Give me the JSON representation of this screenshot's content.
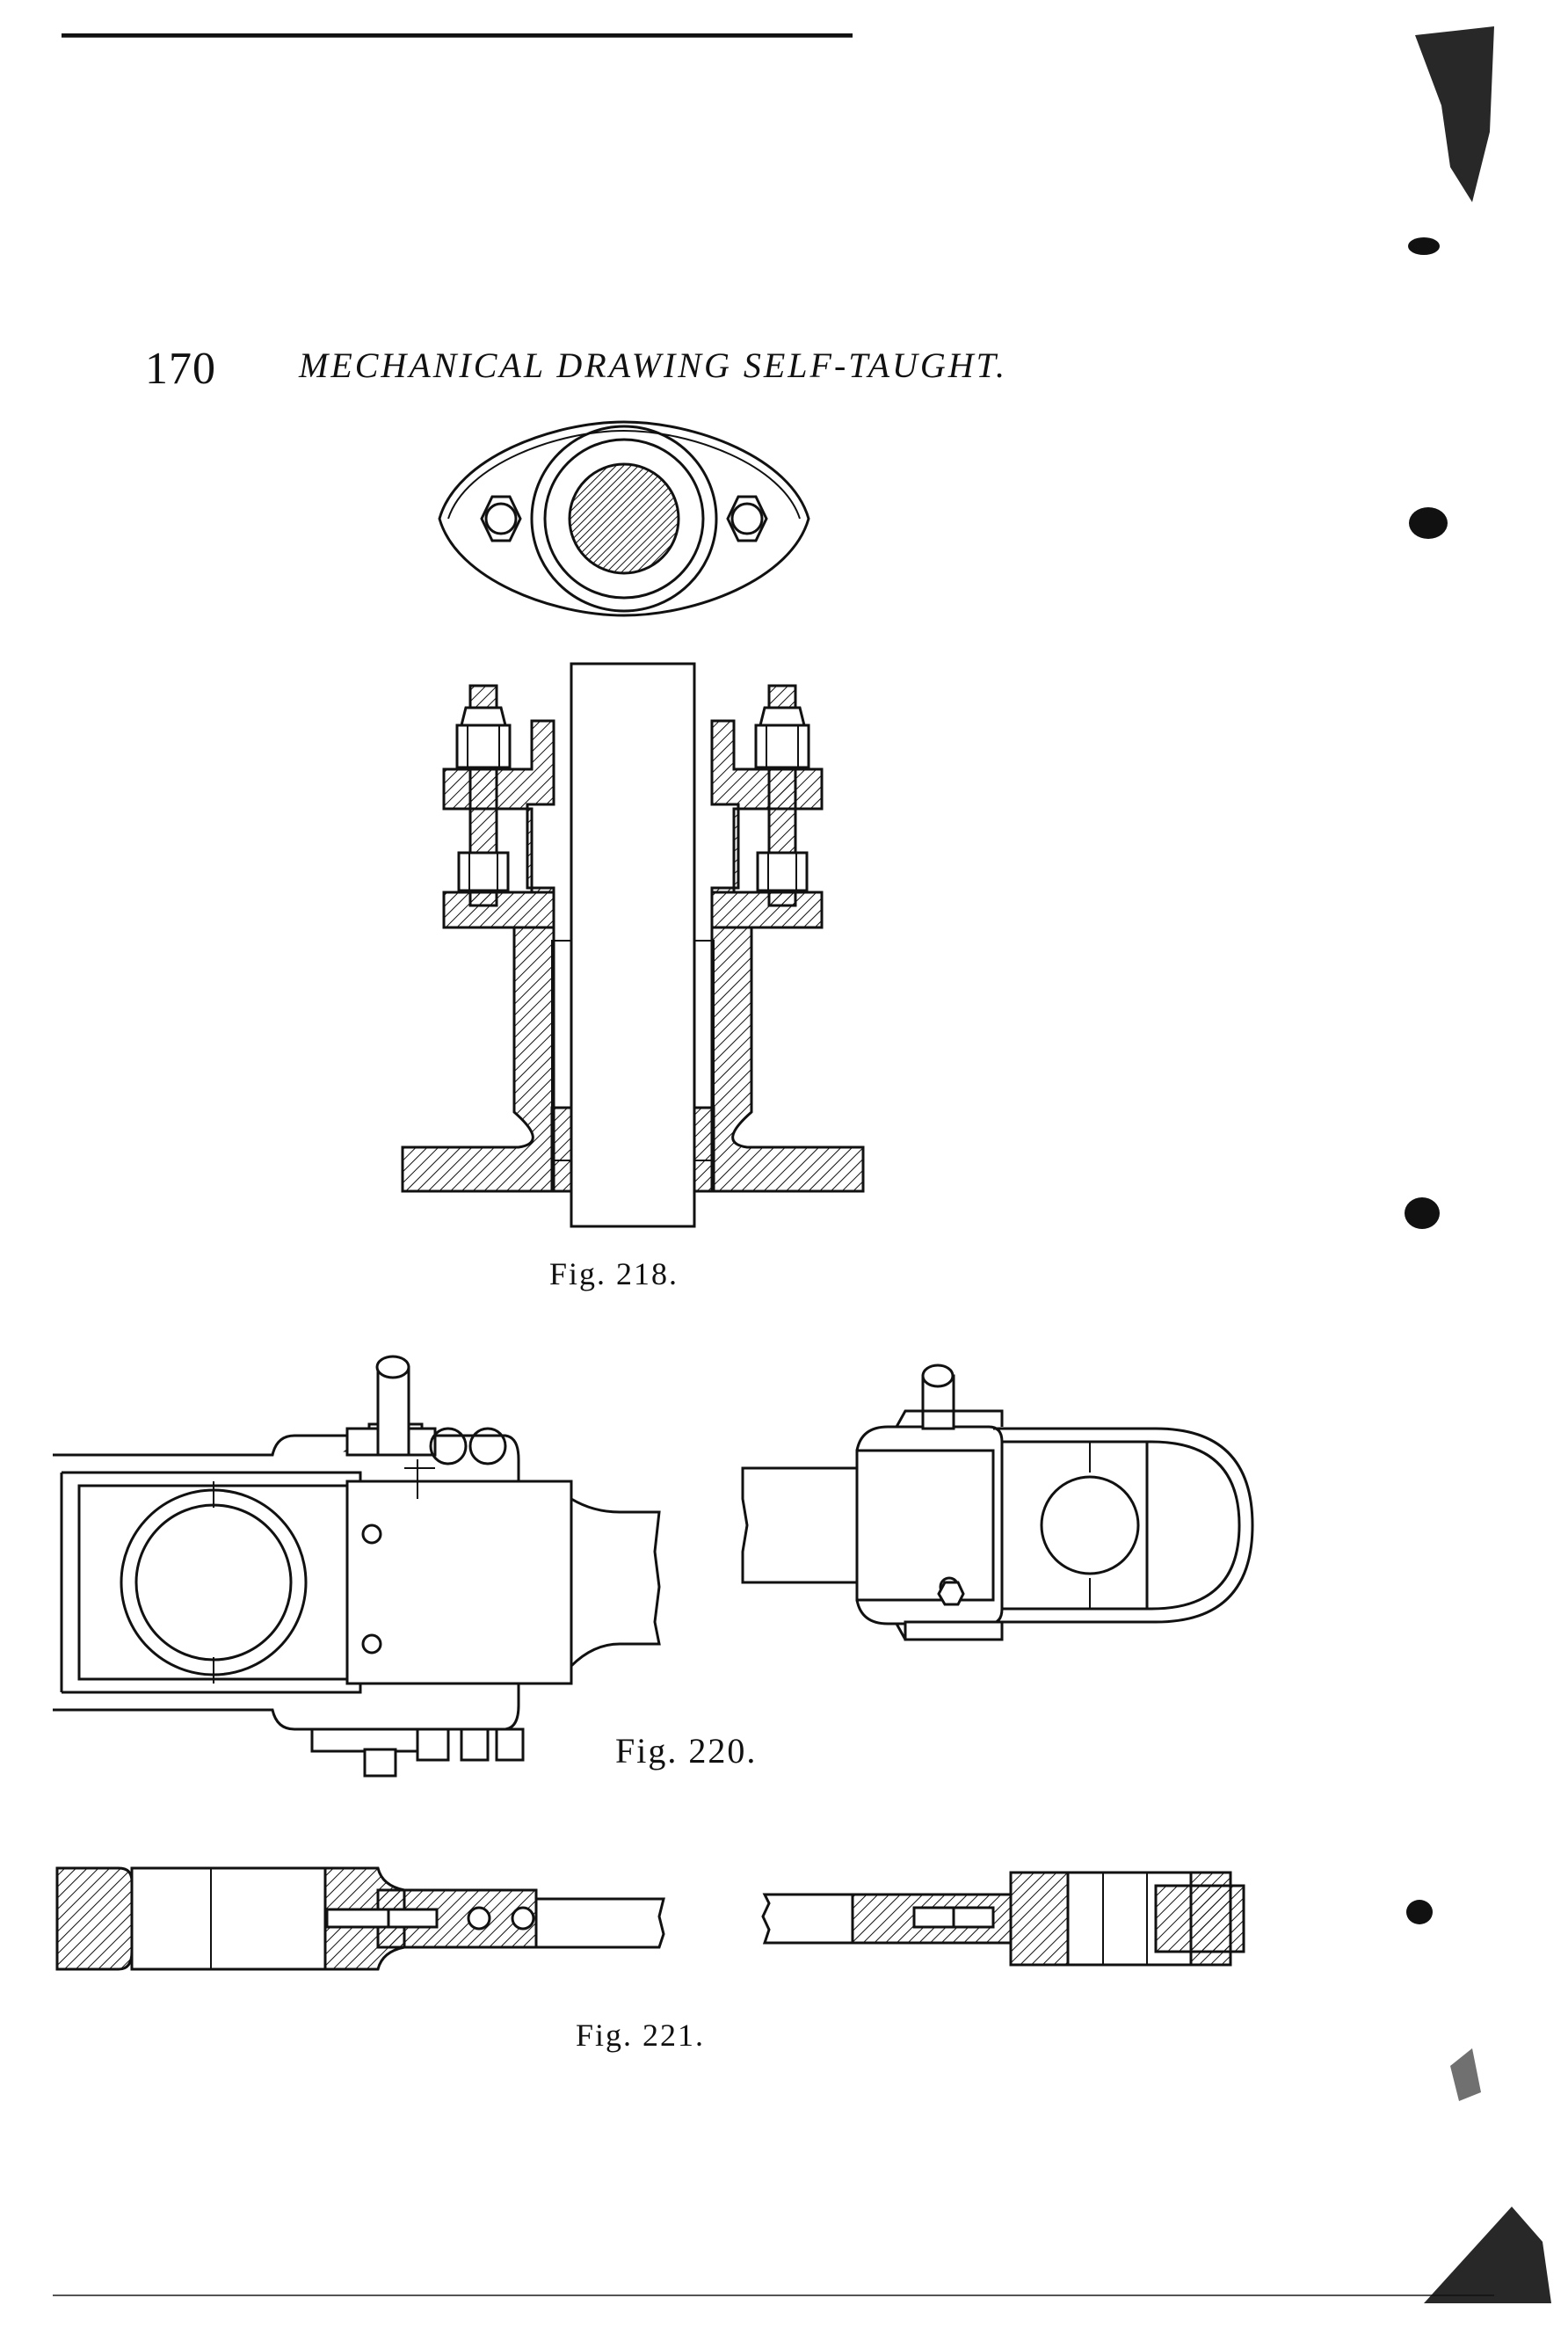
{
  "page": {
    "page_number": "170",
    "running_head": "MECHANICAL DRAWING SELF-TAUGHT."
  },
  "figures": [
    {
      "id": "fig218",
      "caption": "Fig. 218."
    },
    {
      "id": "fig220",
      "caption": "Fig. 220."
    },
    {
      "id": "fig221",
      "caption": "Fig. 221."
    }
  ]
}
